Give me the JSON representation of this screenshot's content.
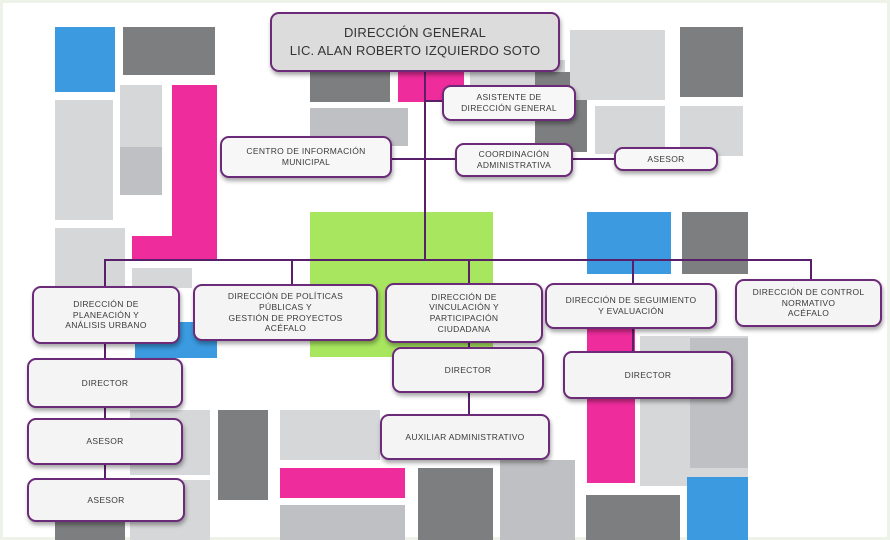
{
  "colors": {
    "connector": "#5a1f6a",
    "node_border": "#6b2b78",
    "magenta": "#ee2c9c",
    "blue": "#3b9ae0",
    "green": "#a8e65f",
    "gray_light": "#d6d7d9",
    "gray_mid": "#bfc0c3",
    "gray_dark": "#7d7e80"
  },
  "org": {
    "direccion_general": {
      "title": "DIRECCIÓN GENERAL",
      "name": "LIC. ALAN ROBERTO IZQUIERDO SOTO"
    },
    "asistente": "ASISTENTE DE\nDIRECCIÓN GENERAL",
    "centro_info": "CENTRO DE INFORMACIÓN\nMUNICIPAL",
    "coordinacion": "COORDINACIÓN\nADMINISTRATIVA",
    "asesor_coord": "ASESOR",
    "dir_planeacion": "DIRECCIÓN DE\nPLANEACIÓN Y\nANÁLISIS URBANO",
    "dir_politicas": "DIRECCIÓN DE POLÍTICAS\nPÚBLICAS Y\nGESTIÓN DE PROYECTOS\nACÉFALO",
    "dir_vinculacion": "DIRECCIÓN DE\nVINCULACIÓN Y\nPARTICIPACIÓN\nCIUDADANA",
    "dir_seguimiento": "DIRECCIÓN DE SEGUIMIENTO\nY EVALUACIÓN",
    "dir_control": "DIRECCIÓN DE CONTROL\nNORMATIVO\nACÉFALO",
    "planeacion_director": "DIRECTOR",
    "planeacion_asesor_1": "ASESOR",
    "planeacion_asesor_2": "ASESOR",
    "vinculacion_director": "DIRECTOR",
    "vinculacion_auxiliar": "AUXILIAR ADMINISTRATIVO",
    "seguimiento_director": "DIRECTOR"
  }
}
